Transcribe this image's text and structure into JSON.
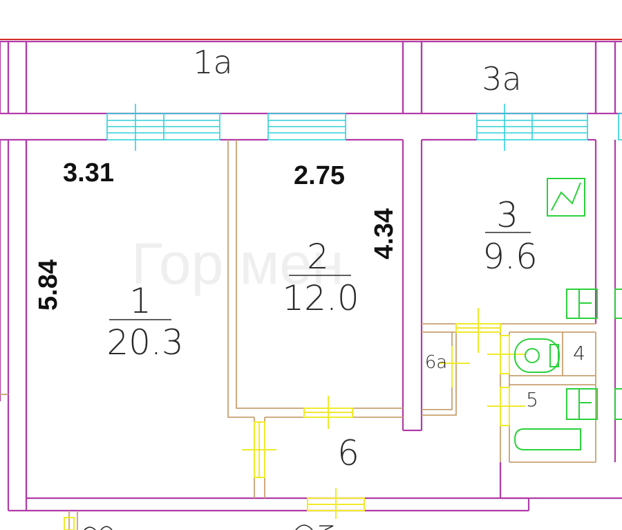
{
  "rooms": {
    "r1a": "1a",
    "r3a": "3a",
    "r1_num": "1",
    "r1_area": "20.3",
    "r2_num": "2",
    "r2_area": "12.0",
    "r3_num": "3",
    "r3_area": "9.6",
    "r4": "4",
    "r5": "5",
    "r6": "6",
    "r6a": "6a"
  },
  "dimensions": {
    "w1": "3.31",
    "w2": "2.75",
    "h1": "5.84",
    "h2": "4.34"
  },
  "watermark": "Гор    мен",
  "colors": {
    "wall": "#b23aa8",
    "door": "#f0ea2a",
    "window": "#2fd0d8",
    "fixture": "#2bd13a",
    "outline": "#d42a2a"
  }
}
